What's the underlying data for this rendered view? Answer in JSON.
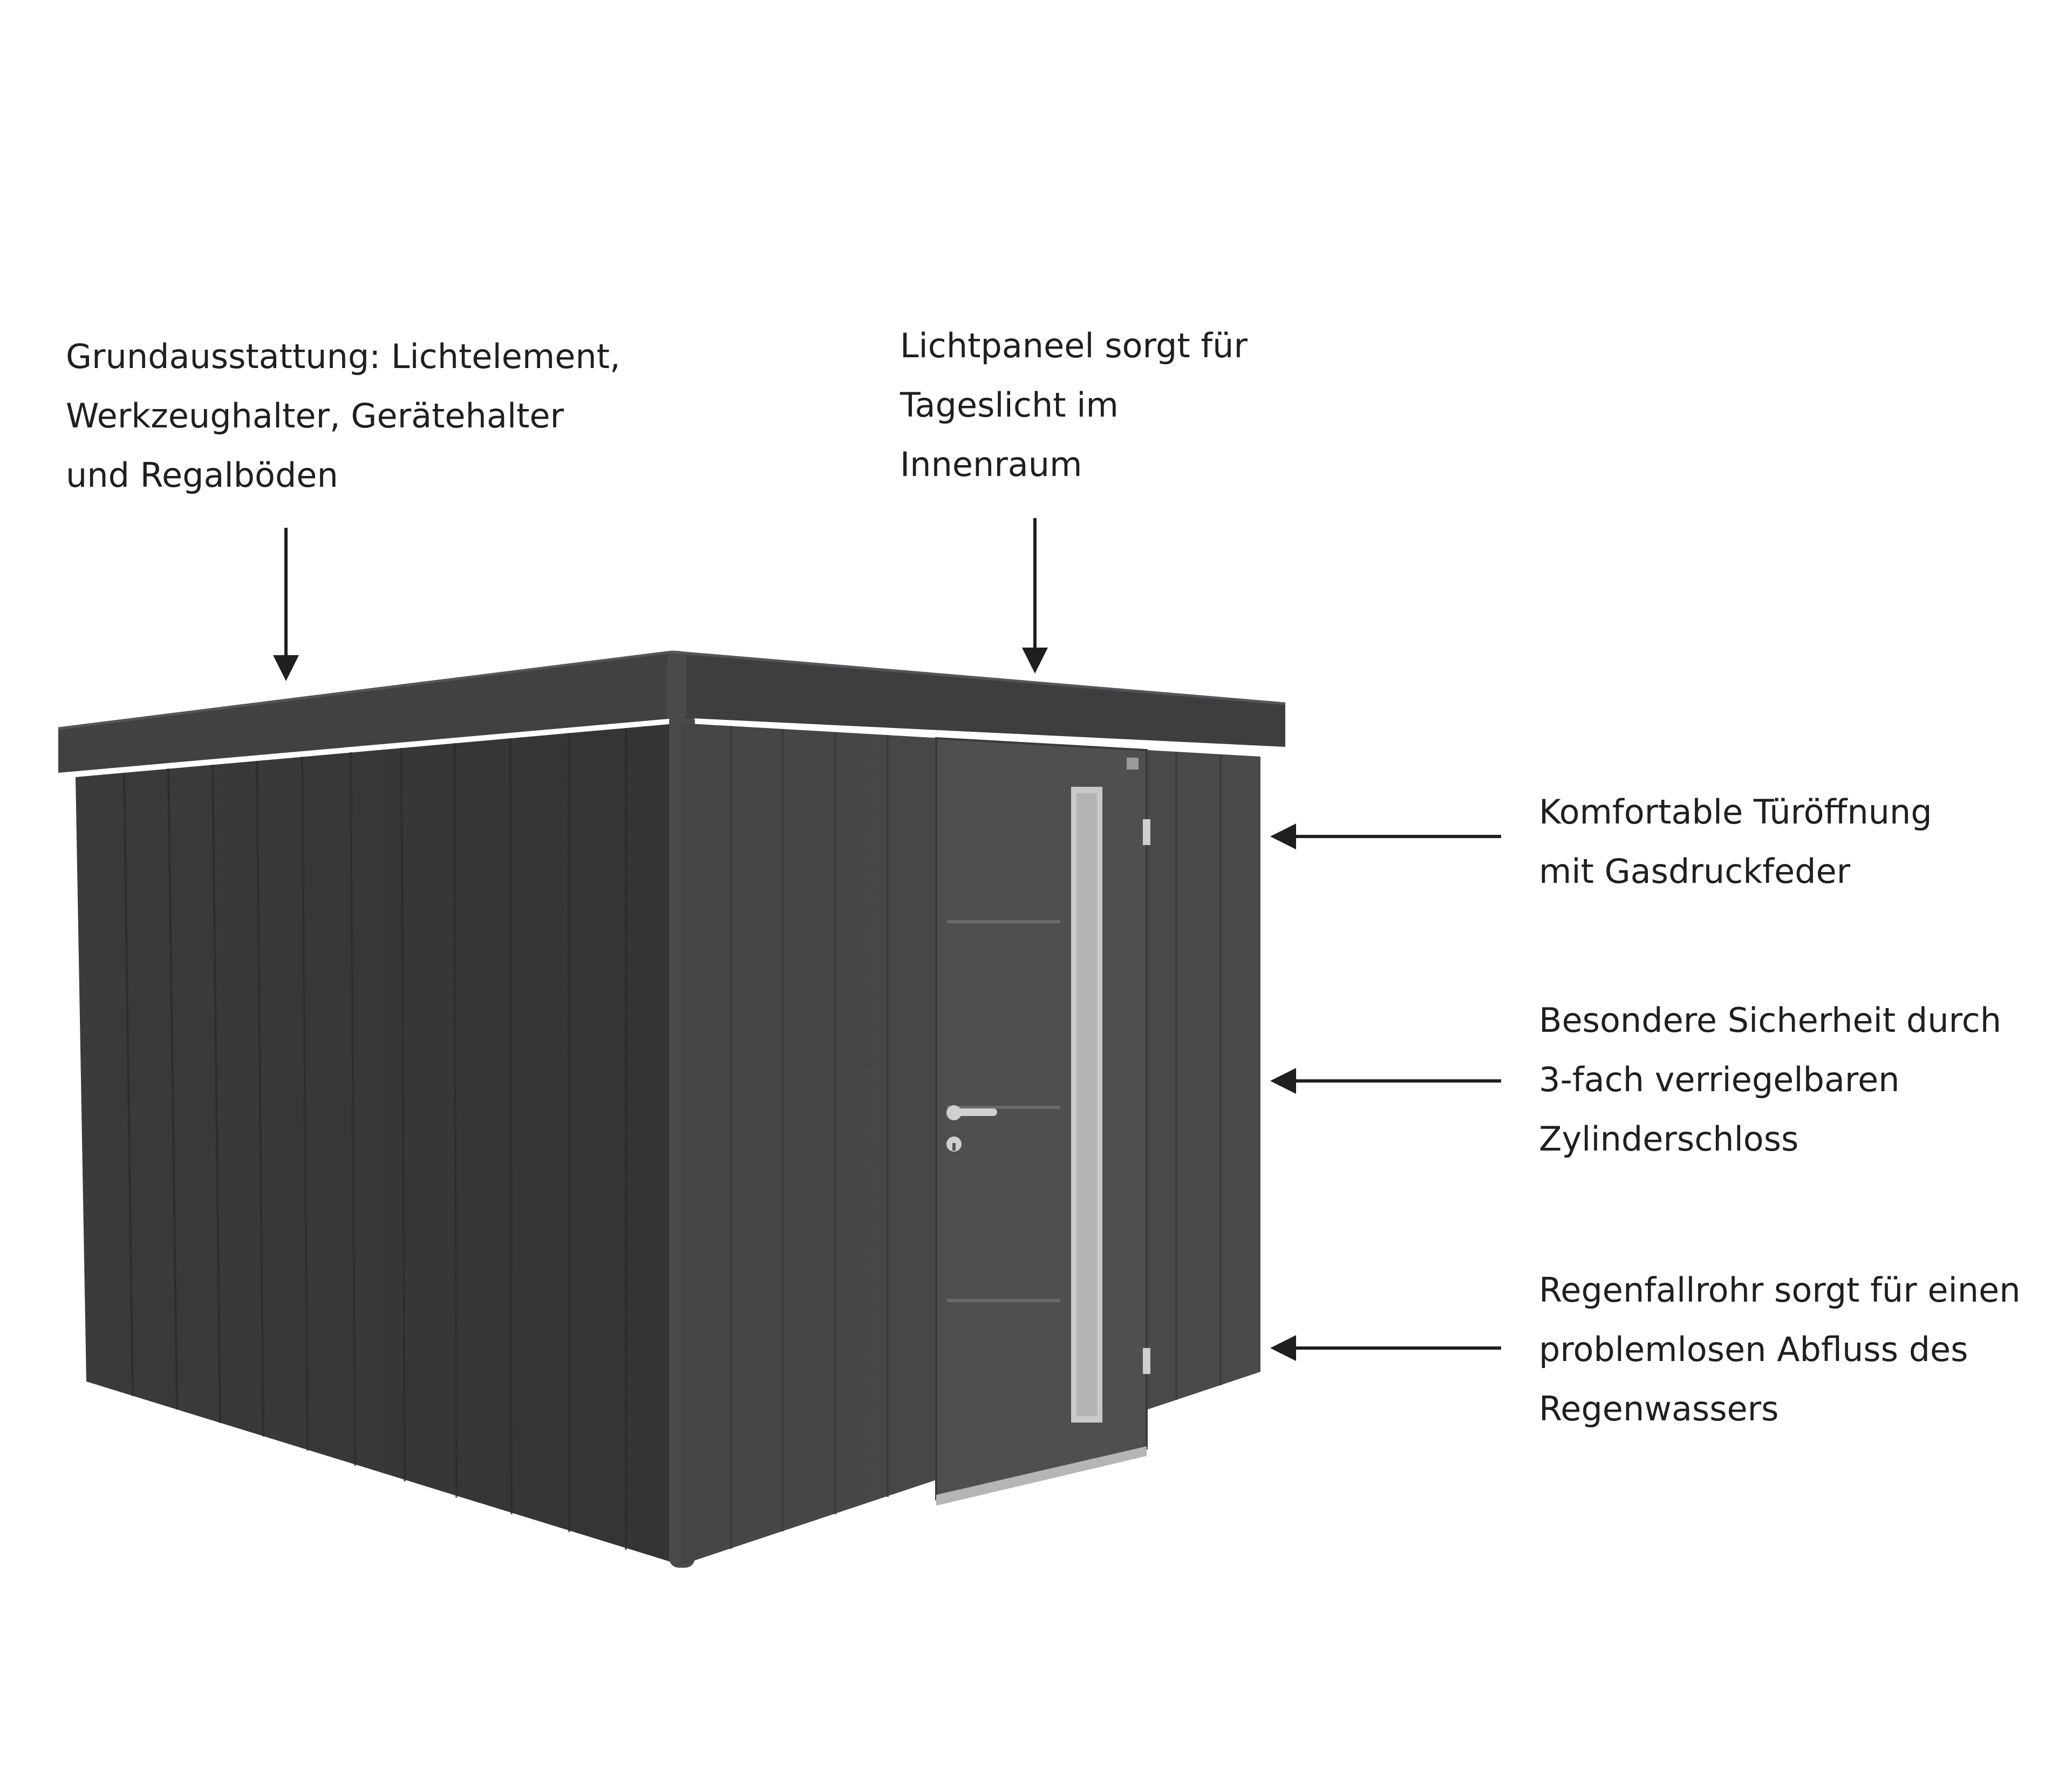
{
  "colors": {
    "background": "#ffffff",
    "text": "#1f1f1f",
    "shed_front": "#474749",
    "shed_side": "#3a3a3c",
    "roof": "#3d3d3f",
    "door": "#4d4d4f",
    "window_frame": "#cfcfcf",
    "handle": "#c9c9c9"
  },
  "icons": [
    "arrow-down-icon",
    "arrow-left-icon",
    "door-handle-icon",
    "keyhole-icon"
  ],
  "callouts": {
    "grundausstattung": {
      "lines": [
        "Grundausstattung: Lichtelement,",
        "Werkzeughalter, Gerätehalter",
        "und Regalböden"
      ]
    },
    "lichtpaneel": {
      "lines": [
        "Lichtpaneel sorgt für",
        "Tageslicht im",
        "Innenraum"
      ]
    },
    "tueroeffnung": {
      "lines": [
        "Komfortable Türöffnung",
        "mit Gasdruckfeder"
      ]
    },
    "sicherheit": {
      "lines": [
        "Besondere Sicherheit durch",
        "3-fach verriegelbaren",
        "Zylinderschloss"
      ]
    },
    "regenfallrohr": {
      "lines": [
        "Regenfallrohr sorgt für einen",
        "problemlosen Abfluss des",
        "Regenwassers"
      ]
    }
  }
}
